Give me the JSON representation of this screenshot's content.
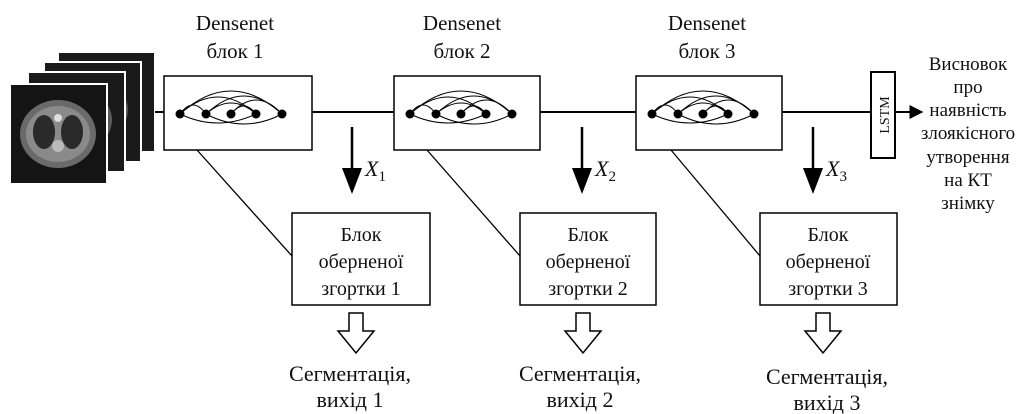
{
  "densenet_blocks": [
    {
      "title_line1": "Densenet",
      "title_line2": "блок 1"
    },
    {
      "title_line1": "Densenet",
      "title_line2": "блок 2"
    },
    {
      "title_line1": "Densenet",
      "title_line2": "блок 3"
    }
  ],
  "features": [
    {
      "symbol": "X",
      "subscript": "1"
    },
    {
      "symbol": "X",
      "subscript": "2"
    },
    {
      "symbol": "X",
      "subscript": "3"
    }
  ],
  "deconv_blocks": [
    {
      "line1": "Блок",
      "line2": "оберненої",
      "line3": "згортки 1"
    },
    {
      "line1": "Блок",
      "line2": "оберненої",
      "line3": "згортки 2"
    },
    {
      "line1": "Блок",
      "line2": "оберненої",
      "line3": "згортки 3"
    }
  ],
  "outputs": [
    {
      "line1": "Сегментація,",
      "line2": "вихід 1"
    },
    {
      "line1": "Сегментація,",
      "line2": "вихід 2"
    },
    {
      "line1": "Сегментація,",
      "line2": "вихід 3"
    }
  ],
  "lstm": {
    "label": "LSTM"
  },
  "conclusion": {
    "lines": [
      "Висновок",
      "про",
      "наявність",
      "злоякісного",
      "утворення",
      "на КТ",
      "знімку"
    ]
  }
}
